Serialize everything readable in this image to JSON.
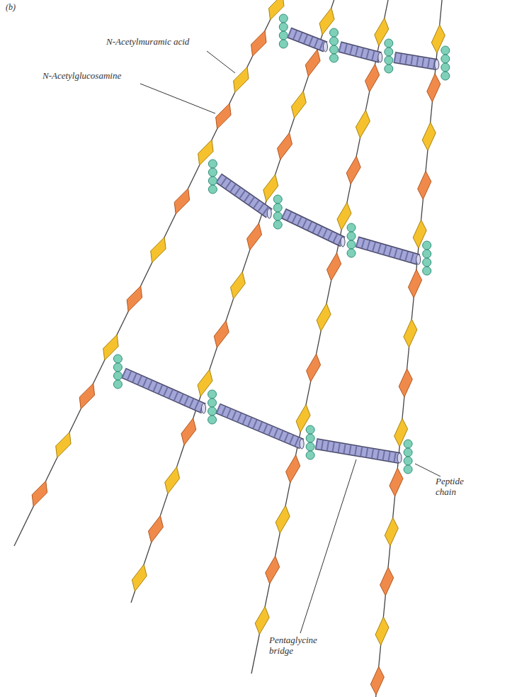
{
  "diagram": {
    "labels": [
      "(b)",
      "N-Acetylmuramic acid",
      "N-Acetylglucosamine",
      "Peptide chain",
      "Pentaglycine bridge"
    ]
  }
}
